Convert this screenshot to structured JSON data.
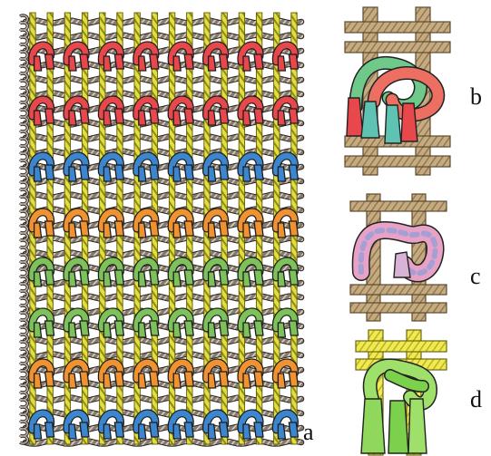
{
  "panels": [
    {
      "id": "a",
      "label": "a",
      "kind": "rug-weave",
      "knot_rows": [
        "red",
        "red",
        "blue",
        "orange",
        "green",
        "green",
        "orange",
        "blue"
      ],
      "knots_per_row": 8
    },
    {
      "id": "b",
      "label": "b",
      "kind": "double-knot",
      "yarn_colors": [
        "green",
        "salmon"
      ],
      "tail_colors": [
        "teal",
        "red"
      ]
    },
    {
      "id": "c",
      "label": "c",
      "kind": "twisted-knot",
      "yarn_colors": [
        "pink",
        "lavender"
      ]
    },
    {
      "id": "d",
      "label": "d",
      "kind": "wrapped-knot",
      "yarn_colors": [
        "light-green"
      ]
    }
  ],
  "colors": {
    "red": "#e8474b",
    "blue": "#3b86cf",
    "orange": "#f0922f",
    "green": "#7cc15a",
    "salmon": "#ec6f62",
    "teal": "#5ec3b2",
    "pink": "#e7a2c6",
    "lavender": "#a59fd6",
    "light-green": "#9ee06a",
    "warp": "#e2de3c",
    "warp-dark": "#8e8a1c",
    "weft": "#7a6e63",
    "weft-light": "#c8c0b4",
    "tan": "#c6ab80",
    "tan-dark": "#8c7550",
    "outline": "#222222"
  }
}
